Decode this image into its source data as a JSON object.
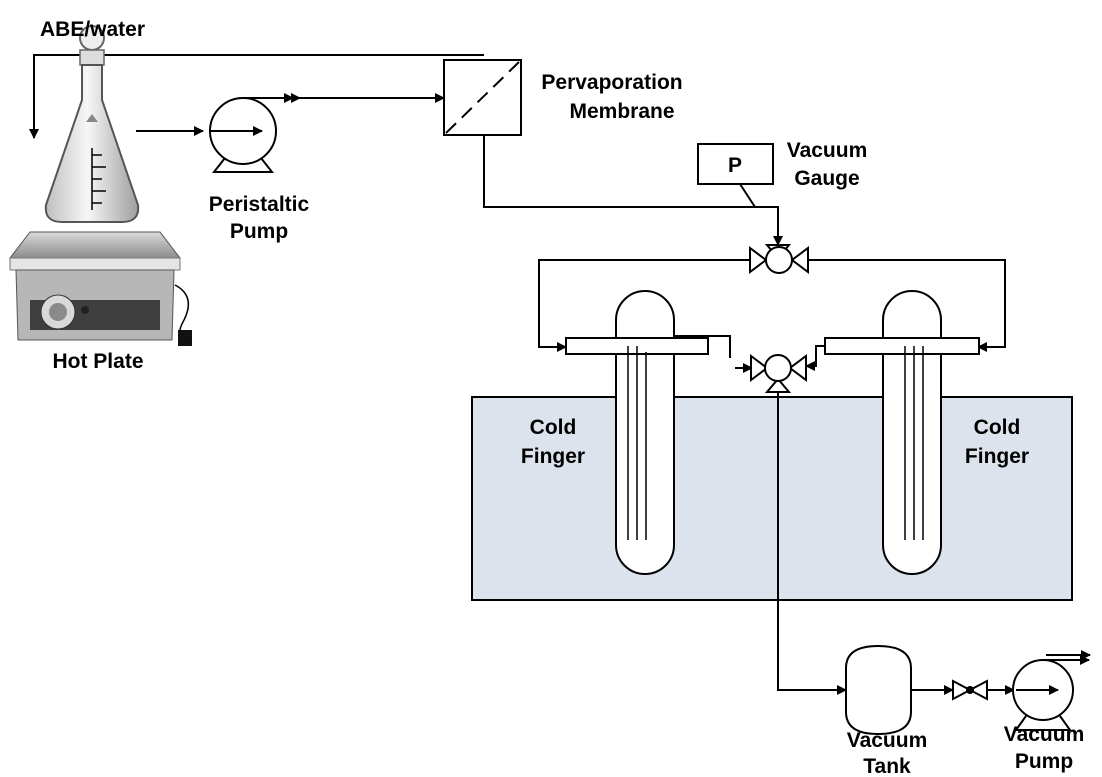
{
  "labels": {
    "feed": "ABE/water",
    "peristaltic_pump_1": "Peristaltic",
    "peristaltic_pump_2": "Pump",
    "hot_plate": "Hot Plate",
    "membrane_1": "Pervaporation",
    "membrane_2": "Membrane",
    "gauge_symbol": "P",
    "gauge_1": "Vacuum",
    "gauge_2": "Gauge",
    "cold_finger_left_1": "Cold",
    "cold_finger_left_2": "Finger",
    "cold_finger_right_1": "Cold",
    "cold_finger_right_2": "Finger",
    "vacuum_tank_1": "Vacuum",
    "vacuum_tank_2": "Tank",
    "vacuum_pump_1": "Vacuum",
    "vacuum_pump_2": "Pump"
  },
  "colors": {
    "cold_bath": "#dde3ec",
    "line": "#000000",
    "hot_plate_body": "#b7b7b7",
    "hot_plate_panel": "#3f3f3f"
  }
}
